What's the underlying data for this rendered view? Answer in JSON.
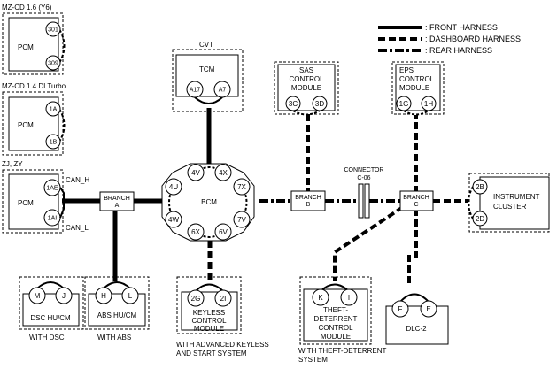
{
  "legend": {
    "front": ": FRONT HARNESS",
    "dashboard": ": DASHBOARD HARNESS",
    "rear": ": REAR HARNESS"
  },
  "variants": {
    "mzcd16": "MZ-CD 1.6 (Y6)",
    "mzcd14": "MZ-CD 1.4 DI Turbo",
    "zj": "ZJ, ZY"
  },
  "modules": {
    "pcm": "PCM",
    "tcm": "TCM",
    "cvt": "CVT",
    "bcm": "BCM",
    "sas": [
      "SAS",
      "CONTROL",
      "MODULE"
    ],
    "eps": [
      "EPS",
      "CONTROL",
      "MODULE"
    ],
    "instrument": [
      "INSTRUMENT",
      "CLUSTER"
    ],
    "dlc": "DLC-2",
    "dsc": "DSC HU/CM",
    "abs": "ABS HU/CM",
    "keyless": [
      "KEYLESS",
      "CONTROL",
      "MODULE"
    ],
    "theft": [
      "THEFT-",
      "DETERRENT",
      "CONTROL",
      "MODULE"
    ]
  },
  "captions": {
    "with_dsc": "WITH DSC",
    "with_abs": "WITH ABS",
    "with_keyless": [
      "WITH ADVANCED KEYLESS",
      "AND START SYSTEM"
    ],
    "with_theft": [
      "WITH THEFT-DETERRENT",
      "SYSTEM"
    ]
  },
  "branches": {
    "a": [
      "BRANCH",
      "A"
    ],
    "b": [
      "BRANCH",
      "B"
    ],
    "c": [
      "BRANCH",
      "C"
    ]
  },
  "connector": [
    "CONNECTOR",
    "C-06"
  ],
  "can": {
    "high": "CAN_H",
    "low": "CAN_L"
  },
  "terminals": {
    "pcm1_top": "301",
    "pcm1_bot": "309",
    "pcm2_top": "1A",
    "pcm2_bot": "1B",
    "pcm3_top": "1AE",
    "pcm3_bot": "1AI",
    "tcm_l": "A17",
    "tcm_r": "A7",
    "sas_l": "3C",
    "sas_r": "3D",
    "eps_l": "1G",
    "eps_r": "1H",
    "bcm_4v": "4V",
    "bcm_4x": "4X",
    "bcm_4u": "4U",
    "bcm_7x": "7X",
    "bcm_4w": "4W",
    "bcm_7v": "7V",
    "bcm_6x": "6X",
    "bcm_6v": "6V",
    "ic_top": "2B",
    "ic_bot": "2D",
    "dsc_l": "M",
    "dsc_r": "J",
    "abs_l": "H",
    "abs_r": "L",
    "key_l": "2G",
    "key_r": "2I",
    "theft_l": "K",
    "theft_r": "I",
    "dlc_l": "F",
    "dlc_r": "E"
  }
}
